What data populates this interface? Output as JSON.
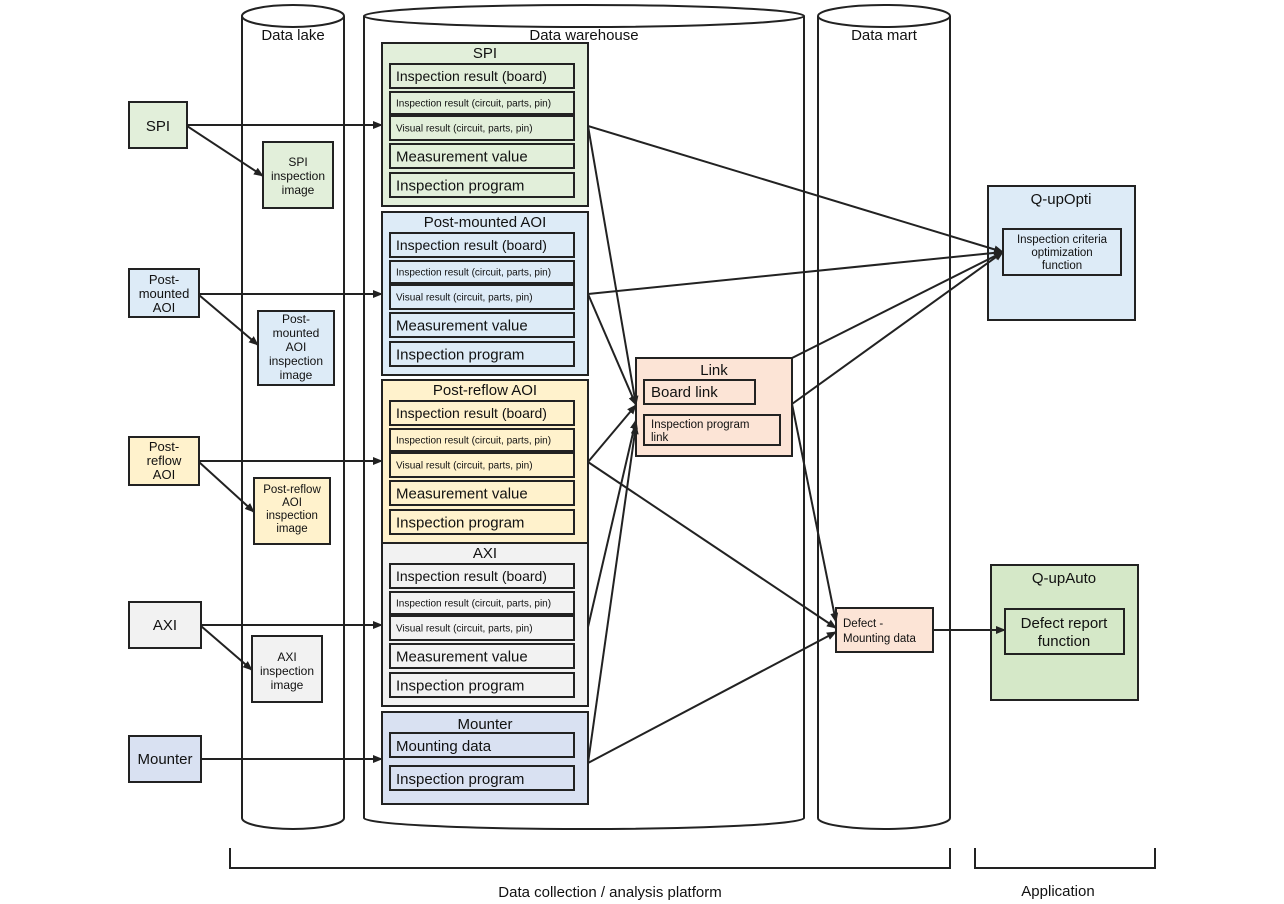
{
  "columns": {
    "data_lake": "Data lake",
    "data_warehouse": "Data warehouse",
    "data_mart": "Data mart"
  },
  "sources": {
    "spi": "SPI",
    "post_mounted_aoi": [
      "Post-",
      "mounted",
      "AOI"
    ],
    "post_reflow_aoi": [
      "Post-",
      "reflow",
      "AOI"
    ],
    "axi": "AXI",
    "mounter": "Mounter"
  },
  "lake_images": {
    "spi": [
      "SPI",
      "inspection",
      "image"
    ],
    "post_mounted_aoi": [
      "Post-",
      "mounted",
      "AOI",
      "inspection",
      "image"
    ],
    "post_reflow_aoi": [
      "Post-reflow",
      "AOI",
      "inspection",
      "image"
    ],
    "axi": [
      "AXI",
      "inspection",
      "image"
    ]
  },
  "warehouse": {
    "spi": {
      "title": "SPI",
      "items": [
        "Inspection result (board)",
        "Inspection result (circuit, parts, pin)",
        "Visual result (circuit, parts, pin)",
        "Measurement value",
        "Inspection program"
      ]
    },
    "post_mounted_aoi": {
      "title": "Post-mounted AOI",
      "items": [
        "Inspection result (board)",
        "Inspection result (circuit, parts, pin)",
        "Visual result (circuit, parts, pin)",
        "Measurement value",
        "Inspection program"
      ]
    },
    "post_reflow_aoi": {
      "title": "Post-reflow AOI",
      "items": [
        "Inspection result (board)",
        "Inspection result (circuit, parts, pin)",
        "Visual result (circuit, parts, pin)",
        "Measurement value",
        "Inspection program"
      ]
    },
    "axi": {
      "title": "AXI",
      "items": [
        "Inspection result (board)",
        "Inspection result (circuit, parts, pin)",
        "Visual result (circuit, parts, pin)",
        "Measurement value",
        "Inspection program"
      ]
    },
    "mounter": {
      "title": "Mounter",
      "items": [
        "Mounting data",
        "Inspection program"
      ]
    }
  },
  "mart": {
    "link": {
      "title": "Link",
      "board_link": "Board link",
      "inspection_program_link": [
        "Inspection program",
        "link"
      ]
    },
    "defect_mounting": [
      "Defect -",
      "Mounting data"
    ]
  },
  "applications": {
    "q_upopti": {
      "title": "Q-upOpti",
      "function": [
        "Inspection criteria",
        "optimization",
        "function"
      ]
    },
    "q_upauto": {
      "title": "Q-upAuto",
      "function": [
        "Defect report",
        "function"
      ]
    }
  },
  "footer": {
    "platform": "Data collection / analysis platform",
    "application": "Application"
  },
  "colors": {
    "spi": "#e2efda",
    "post_mounted_aoi": "#ddebf7",
    "post_reflow_aoi": "#fff2cc",
    "axi": "#f2f2f2",
    "mounter": "#d9e1f2",
    "link": "#fce4d6",
    "q_upopti": "#ddebf7",
    "q_upauto": "#d5e8c8",
    "stroke": "#222222"
  }
}
